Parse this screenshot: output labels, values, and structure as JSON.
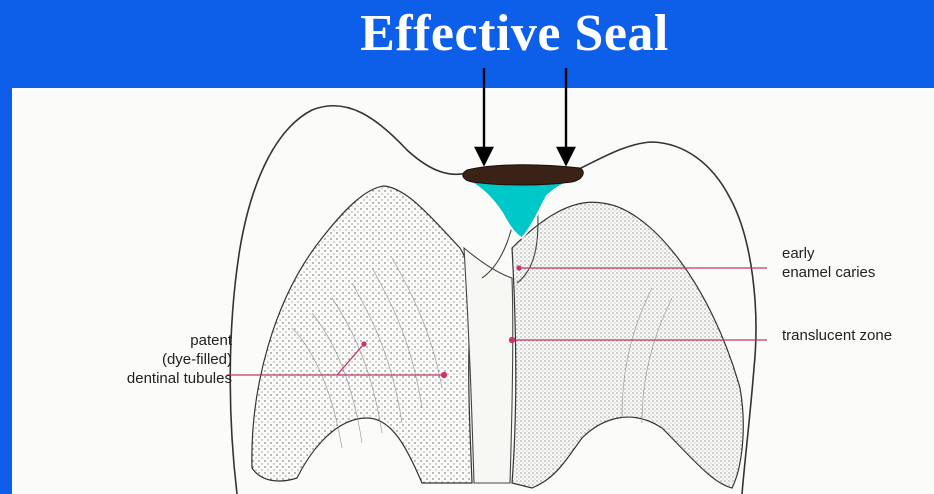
{
  "title": "Effective Seal",
  "labels": {
    "early": [
      "early",
      "enamel caries"
    ],
    "translucent": "translucent zone",
    "patent": [
      "patent",
      "(dye-filled)",
      "dentinal tubules"
    ]
  },
  "colors": {
    "background": "#0d5ee8",
    "sealant": "#00c8c8",
    "sealant_cap": "#3a2316",
    "leader_lines": "#c8346c",
    "outline": "#333333"
  }
}
